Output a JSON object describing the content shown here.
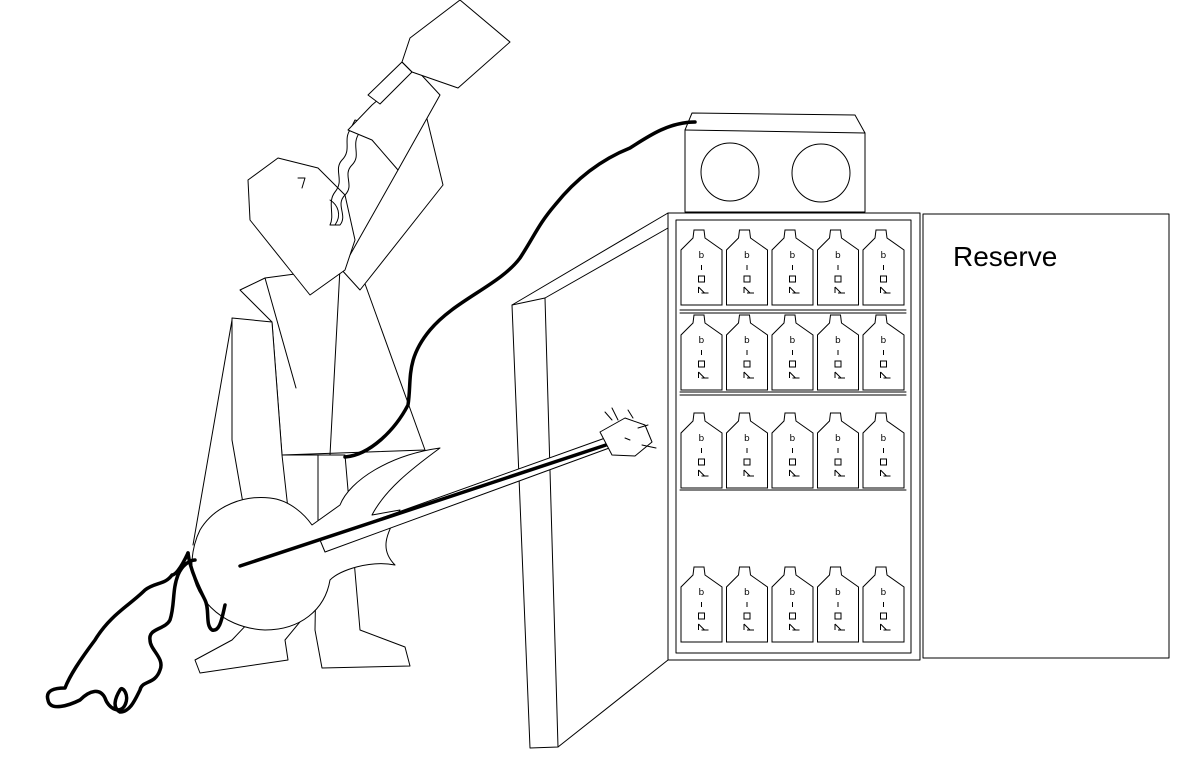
{
  "canvas": {
    "background": "#ffffff",
    "line_color": "#000000"
  },
  "cabinet": {
    "door_panel_label": "Reserve",
    "shelves": [
      {
        "bottle_count": 5
      },
      {
        "bottle_count": 5
      },
      {
        "bottle_count": 5
      },
      {
        "bottle_count": 5
      }
    ]
  }
}
